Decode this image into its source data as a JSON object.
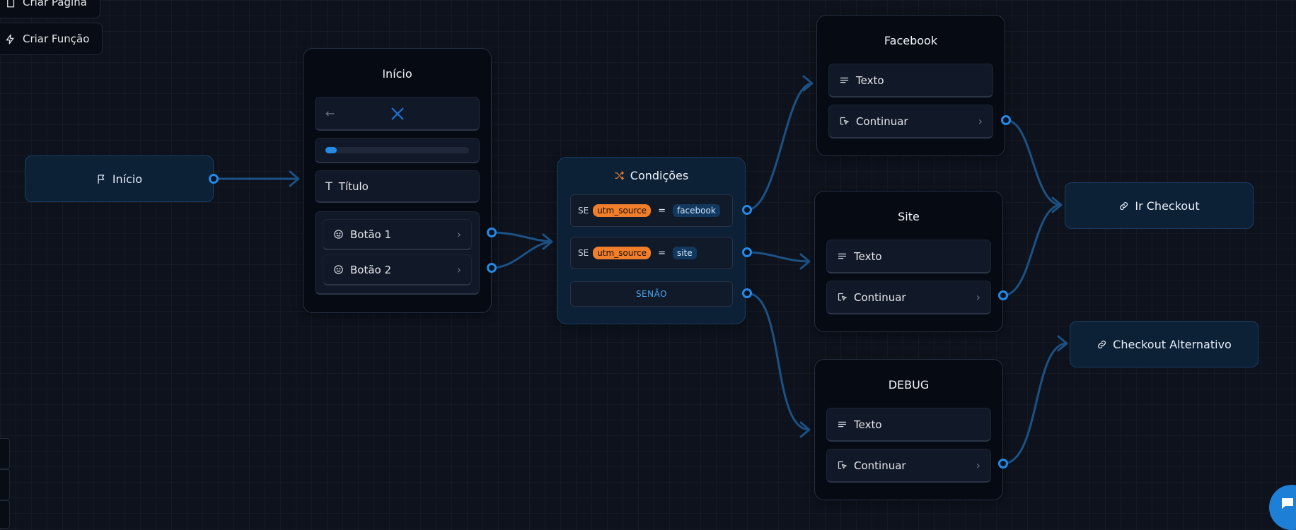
{
  "toolbar": {
    "create_page_label": "Criar Página",
    "create_function_label": "Criar Função"
  },
  "start_node": {
    "label": "Início"
  },
  "page_node": {
    "title": "Início",
    "title_component": "Título",
    "button_1": "Botão 1",
    "button_2": "Botão 2",
    "progress": 0.08
  },
  "conditions_node": {
    "title": "Condições",
    "rows": [
      {
        "prefix": "SE",
        "field": "utm_source",
        "operator": "=",
        "value": "facebook"
      },
      {
        "prefix": "SE",
        "field": "utm_source",
        "operator": "=",
        "value": "site"
      }
    ],
    "else_label": "SENÃO"
  },
  "facebook_node": {
    "title": "Facebook",
    "text_label": "Texto",
    "continue_label": "Continuar"
  },
  "site_node": {
    "title": "Site",
    "text_label": "Texto",
    "continue_label": "Continuar"
  },
  "debug_node": {
    "title": "DEBUG",
    "text_label": "Texto",
    "continue_label": "Continuar"
  },
  "checkout_node": {
    "label": "Ir Checkout"
  },
  "alt_checkout_node": {
    "label": "Checkout Alternativo"
  },
  "colors": {
    "accent": "#2589e6",
    "edge": "#1c4f80",
    "tag_orange": "#f07e2b",
    "node_blue_bg": "#0c2036"
  }
}
